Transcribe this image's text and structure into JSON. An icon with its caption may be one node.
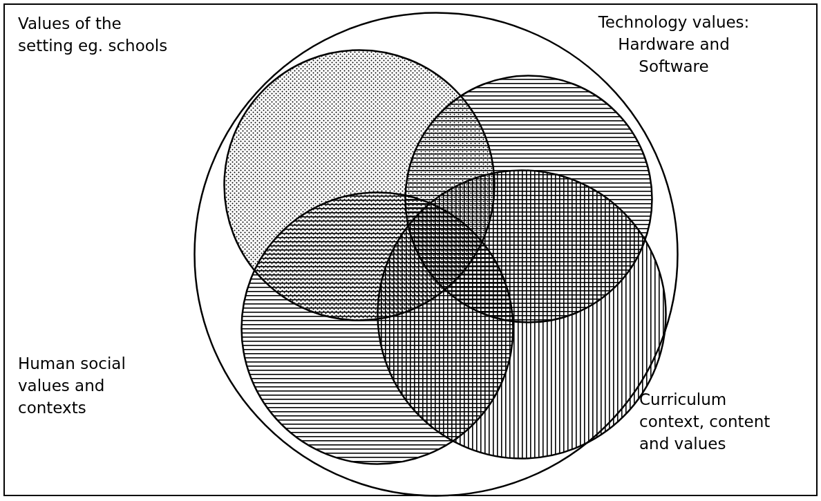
{
  "diagram": {
    "nodes": [
      {
        "text": [],
        "shape": "circle"
      },
      {
        "text": [],
        "shape": "circle",
        "in": 0
      },
      {
        "text": [],
        "shape": "circle",
        "in": 0
      },
      {
        "text": [],
        "shape": "circle",
        "in": 0
      },
      {
        "text": [],
        "shape": "circle",
        "in": 0
      }
    ],
    "labels": [
      "Values of the setting eg. schools",
      "Technology values: Hardware and Software",
      "Human social values and contexts",
      "Curriculum context, content and values"
    ]
  }
}
